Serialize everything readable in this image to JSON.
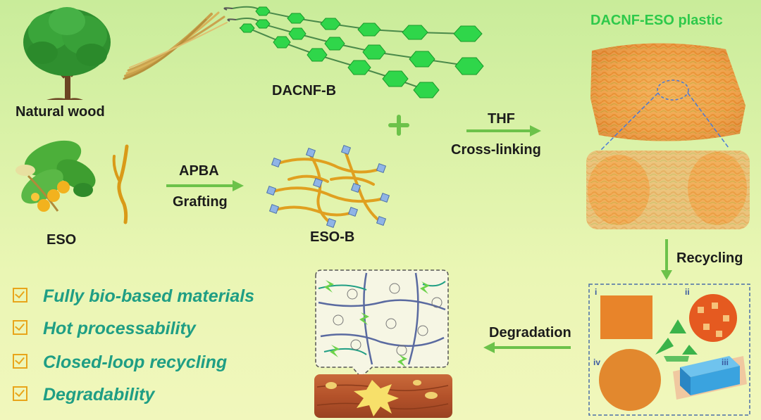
{
  "labels": {
    "natural_wood": "Natural wood",
    "dacnf_b": "DACNF-B",
    "eso": "ESO",
    "apba": "APBA",
    "grafting": "Grafting",
    "eso_b": "ESO-B",
    "thf": "THF",
    "cross_linking": "Cross-linking",
    "plastic_title": "DACNF-ESO plastic",
    "recycling": "Recycling",
    "degradation": "Degradation",
    "panel_i": "i",
    "panel_ii": "ii",
    "panel_iii": "iii",
    "panel_iv": "iv"
  },
  "features": [
    "Fully bio-based materials",
    "Hot processability",
    "Closed-loop recycling",
    "Degradability"
  ],
  "colors": {
    "arrow": "#6cc24a",
    "feature_text": "#1f9e84",
    "check": "#e8a51a",
    "hexagon": "#2fd64a",
    "title": "#2ec94a"
  }
}
